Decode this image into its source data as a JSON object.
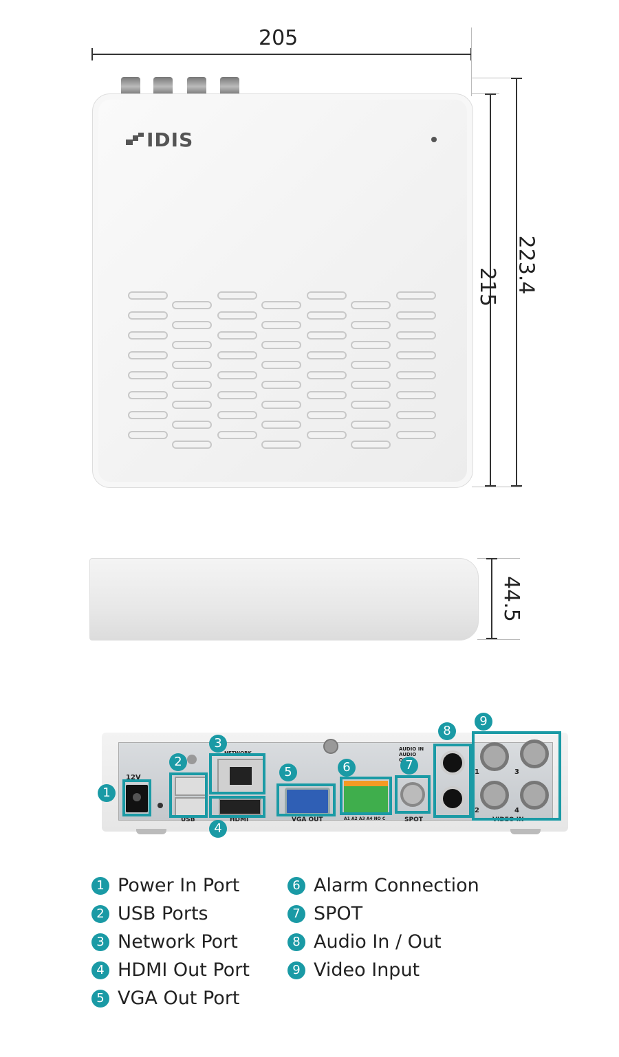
{
  "dimensions": {
    "width": "205",
    "depth": "215",
    "depth_total": "223.4",
    "height": "44.5"
  },
  "device": {
    "brand": "IDIS"
  },
  "rear_labels": {
    "power": "12V",
    "usb": "USB",
    "network": "NETWORK",
    "hdmi": "HDMI",
    "vga": "VGA OUT",
    "alarm": "A1 A2 A3 A4 NO C",
    "audio": "AUDIO IN AUDIO OUT",
    "spot": "SPOT",
    "video": "VIDEO IN",
    "ch1": "1",
    "ch2": "2",
    "ch3": "3",
    "ch4": "4"
  },
  "callouts": [
    "1",
    "2",
    "3",
    "4",
    "5",
    "6",
    "7",
    "8",
    "9"
  ],
  "legend": [
    {
      "num": "1",
      "label": "Power In Port"
    },
    {
      "num": "2",
      "label": "USB Ports"
    },
    {
      "num": "3",
      "label": "Network Port"
    },
    {
      "num": "4",
      "label": "HDMI Out Port"
    },
    {
      "num": "5",
      "label": "VGA Out Port"
    },
    {
      "num": "6",
      "label": "Alarm Connection"
    },
    {
      "num": "7",
      "label": "SPOT"
    },
    {
      "num": "8",
      "label": "Audio In / Out"
    },
    {
      "num": "9",
      "label": "Video Input"
    }
  ],
  "colors": {
    "accent": "#1a9aa5"
  }
}
